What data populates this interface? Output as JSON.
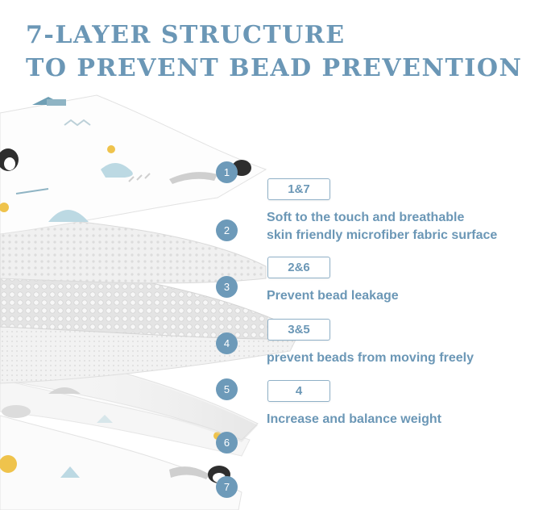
{
  "title": {
    "line1": "7-LAYER STRUCTURE",
    "line2": "TO PREVENT BEAD PREVENTION"
  },
  "layer_numbers": [
    "1",
    "2",
    "3",
    "4",
    "5",
    "6",
    "7"
  ],
  "groups": [
    {
      "badge": "1&7",
      "description": [
        "Soft to the touch and breathable",
        "skin friendly microfiber fabric surface"
      ]
    },
    {
      "badge": "2&6",
      "description": [
        "Prevent bead leakage"
      ]
    },
    {
      "badge": "3&5",
      "description": [
        "prevent beads from moving freely"
      ]
    },
    {
      "badge": "4",
      "description": [
        "Increase and balance weight"
      ]
    }
  ],
  "colors": {
    "accent": "#6b97b6",
    "circle": "#6d9ab9"
  }
}
